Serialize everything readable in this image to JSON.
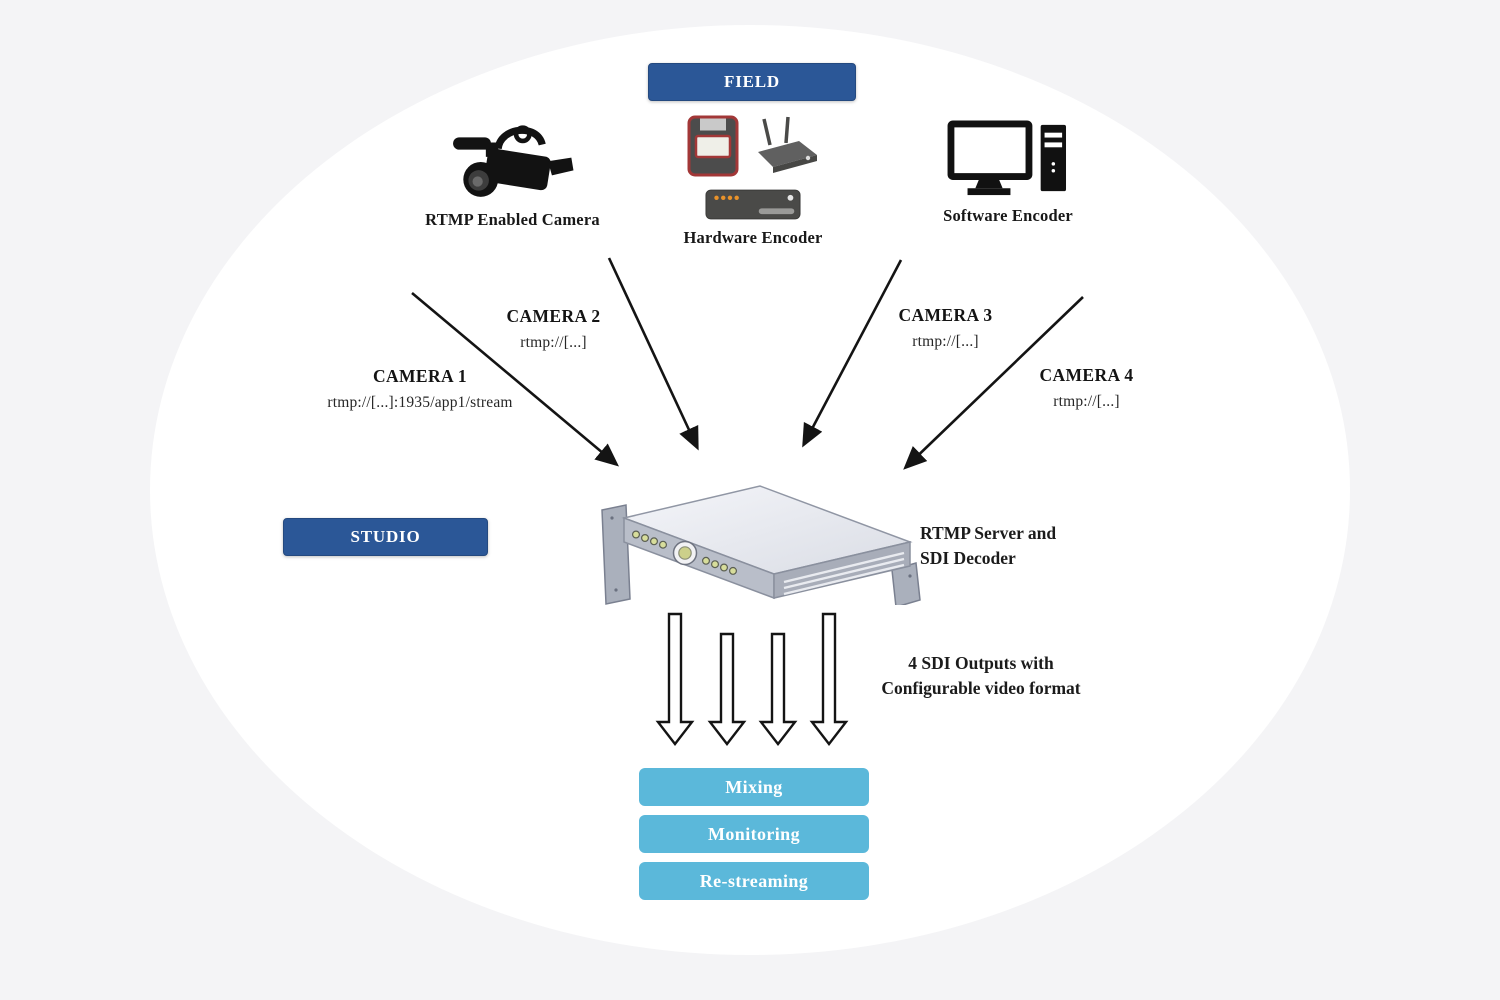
{
  "colors": {
    "background": "#f4f4f6",
    "ellipse": "#ffffff",
    "badge_blue": "#2b5797",
    "destination_blue": "#5bb8da",
    "arrow_black": "#141414"
  },
  "zones": {
    "field_label": "FIELD",
    "studio_label": "STUDIO"
  },
  "sources": [
    {
      "label": "RTMP Enabled Camera",
      "icon": "video-camera-icon"
    },
    {
      "label": "Hardware Encoder",
      "icon": "encoder-router-rack-icons"
    },
    {
      "label": "Software Encoder",
      "icon": "desktop-computer-icon"
    }
  ],
  "streams": [
    {
      "name": "CAMERA 1",
      "url": "rtmp://[...]:1935/app1/stream"
    },
    {
      "name": "CAMERA 2",
      "url": "rtmp://[...]"
    },
    {
      "name": "CAMERA 3",
      "url": "rtmp://[...]"
    },
    {
      "name": "CAMERA 4",
      "url": "rtmp://[...]"
    }
  ],
  "server": {
    "line1": "RTMP Server and",
    "line2": "SDI Decoder",
    "icon": "rack-server-icon"
  },
  "outputs": {
    "count": 4,
    "line1": "4 SDI Outputs with",
    "line2": "Configurable video format"
  },
  "destinations": [
    {
      "label": "Mixing"
    },
    {
      "label": "Monitoring"
    },
    {
      "label": "Re-streaming"
    }
  ]
}
